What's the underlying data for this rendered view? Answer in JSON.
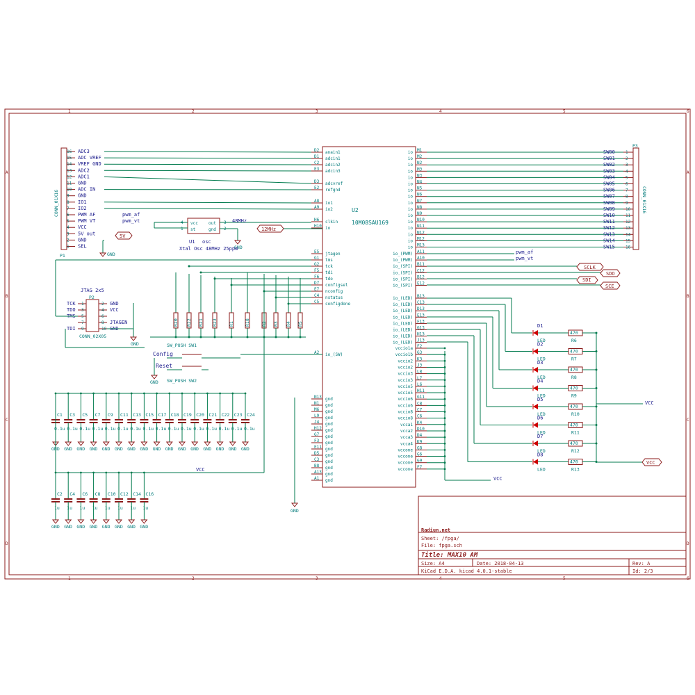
{
  "frame": {
    "col_labels": [
      "1",
      "2",
      "3",
      "4",
      "5",
      "6"
    ],
    "row_labels": [
      "A",
      "B",
      "C",
      "D"
    ]
  },
  "u2": {
    "ref": "U2",
    "value": "10M08SAU169",
    "left_pins": [
      {
        "num": "D2",
        "name": "anain1"
      },
      {
        "num": "D1",
        "name": "adcin1"
      },
      {
        "num": "C2",
        "name": "adcin2"
      },
      {
        "num": "E3",
        "name": "adcin3"
      },
      {
        "num": "D3",
        "name": "adcvref"
      },
      {
        "num": "E2",
        "name": "refgnd"
      },
      {
        "num": "A8",
        "name": "io1"
      },
      {
        "num": "A9",
        "name": "io2"
      },
      {
        "num": "H6",
        "name": "clkin"
      },
      {
        "num": "H10",
        "name": "io"
      },
      {
        "num": "E5",
        "name": "jtagen"
      },
      {
        "num": "G1",
        "name": "tms"
      },
      {
        "num": "G2",
        "name": "tck"
      },
      {
        "num": "F5",
        "name": "tdi"
      },
      {
        "num": "F6",
        "name": "tdo"
      },
      {
        "num": "D7",
        "name": "configsel"
      },
      {
        "num": "E7",
        "name": "nconfig"
      },
      {
        "num": "C4",
        "name": "nstatus"
      },
      {
        "num": "C5",
        "name": "configdone"
      },
      {
        "num": "A2",
        "name": "io_(SW)"
      },
      {
        "num": "N13",
        "name": "gnd"
      },
      {
        "num": "N1",
        "name": "gnd"
      },
      {
        "num": "M6",
        "name": "gnd"
      },
      {
        "num": "L9",
        "name": "gnd"
      },
      {
        "num": "J4",
        "name": "gnd"
      },
      {
        "num": "H12",
        "name": "gnd"
      },
      {
        "num": "G7",
        "name": "gnd"
      },
      {
        "num": "F3",
        "name": "gnd"
      },
      {
        "num": "E11",
        "name": "gnd"
      },
      {
        "num": "D5",
        "name": "gnd"
      },
      {
        "num": "C3",
        "name": "gnd"
      },
      {
        "num": "B8",
        "name": "gnd"
      },
      {
        "num": "A13",
        "name": "gnd"
      },
      {
        "num": "A1",
        "name": "gnd"
      }
    ],
    "right_pins": [
      {
        "num": "M1",
        "name": "io"
      },
      {
        "num": "M2",
        "name": "io"
      },
      {
        "num": "N2",
        "name": "io"
      },
      {
        "num": "M3",
        "name": "io"
      },
      {
        "num": "N3",
        "name": "io"
      },
      {
        "num": "N4",
        "name": "io"
      },
      {
        "num": "N5",
        "name": "io"
      },
      {
        "num": "N6",
        "name": "io"
      },
      {
        "num": "N7",
        "name": "io"
      },
      {
        "num": "N8",
        "name": "io"
      },
      {
        "num": "N9",
        "name": "io"
      },
      {
        "num": "N10",
        "name": "io"
      },
      {
        "num": "N11",
        "name": "io"
      },
      {
        "num": "N12",
        "name": "io"
      },
      {
        "num": "M12",
        "name": "io"
      },
      {
        "num": "M13",
        "name": "io"
      },
      {
        "num": "A11",
        "name": "io_(PWM)"
      },
      {
        "num": "A10",
        "name": "io_(PWM)"
      },
      {
        "num": "B11",
        "name": "io_(SPI)"
      },
      {
        "num": "C12",
        "name": "io_(SPI)"
      },
      {
        "num": "B12",
        "name": "io_(SPI)"
      },
      {
        "num": "E12",
        "name": "io_(SPI)"
      },
      {
        "num": "B13",
        "name": "io_(LED)"
      },
      {
        "num": "C13",
        "name": "io_(LED)"
      },
      {
        "num": "D13",
        "name": "io_(LED)"
      },
      {
        "num": "E13",
        "name": "io_(LED)"
      },
      {
        "num": "F13",
        "name": "io_(LED)"
      },
      {
        "num": "G13",
        "name": "io_(LED)"
      },
      {
        "num": "H13",
        "name": "io_(LED)"
      },
      {
        "num": "J13",
        "name": "io_(LED)"
      },
      {
        "num": "F2",
        "name": "vccio1a"
      },
      {
        "num": "G3",
        "name": "vccio1b"
      },
      {
        "num": "K3",
        "name": "vccio2"
      },
      {
        "num": "J3",
        "name": "vccio2"
      },
      {
        "num": "L8",
        "name": "vccio3"
      },
      {
        "num": "L7",
        "name": "vccio3"
      },
      {
        "num": "L6",
        "name": "vccio5"
      },
      {
        "num": "H11",
        "name": "vccio5"
      },
      {
        "num": "G11",
        "name": "vccio6"
      },
      {
        "num": "C8",
        "name": "vccio6"
      },
      {
        "num": "C7",
        "name": "vccio8"
      },
      {
        "num": "C6",
        "name": "vccio8"
      },
      {
        "num": "K4",
        "name": "vcca1"
      },
      {
        "num": "D10",
        "name": "vcca2"
      },
      {
        "num": "D4",
        "name": "vcca3"
      },
      {
        "num": "K9",
        "name": "vcca4"
      },
      {
        "num": "G8",
        "name": "vccone"
      },
      {
        "num": "G6",
        "name": "vccone"
      },
      {
        "num": "G9",
        "name": "vccone"
      },
      {
        "num": "F7",
        "name": "vccone"
      }
    ]
  },
  "p1": {
    "ref": "P1",
    "value": "CONN_01X16",
    "pins": [
      {
        "num": "16",
        "net": "ADC3"
      },
      {
        "num": "15",
        "net": "ADC VREF"
      },
      {
        "num": "14",
        "net": "VREF GND"
      },
      {
        "num": "13",
        "net": "ADC2"
      },
      {
        "num": "12",
        "net": "ADC1"
      },
      {
        "num": "11",
        "net": "GND"
      },
      {
        "num": "10",
        "net": "ADC IN"
      },
      {
        "num": "9",
        "net": "GND"
      },
      {
        "num": "8",
        "net": "IO1"
      },
      {
        "num": "7",
        "net": "IO2"
      },
      {
        "num": "6",
        "net": "PWM AF"
      },
      {
        "num": "5",
        "net": "PWM VT"
      },
      {
        "num": "4",
        "net": "VCC"
      },
      {
        "num": "3",
        "net": "5V out"
      },
      {
        "num": "2",
        "net": "GND"
      },
      {
        "num": "1",
        "net": "SEL"
      }
    ],
    "pwm_af_net": "pwm_af",
    "pwm_vt_net": "pwm_vt",
    "gnd_label": "GND"
  },
  "p3": {
    "ref": "P3",
    "value": "CONN_01X16",
    "pins": [
      {
        "num": "1",
        "net": "SW00"
      },
      {
        "num": "2",
        "net": "SW01"
      },
      {
        "num": "3",
        "net": "SW02"
      },
      {
        "num": "4",
        "net": "SW03"
      },
      {
        "num": "5",
        "net": "SW04"
      },
      {
        "num": "6",
        "net": "SW05"
      },
      {
        "num": "7",
        "net": "SW06"
      },
      {
        "num": "8",
        "net": "SW07"
      },
      {
        "num": "9",
        "net": "SW08"
      },
      {
        "num": "10",
        "net": "SW09"
      },
      {
        "num": "11",
        "net": "SW10"
      },
      {
        "num": "12",
        "net": "SW11"
      },
      {
        "num": "13",
        "net": "SW12"
      },
      {
        "num": "14",
        "net": "SW13"
      },
      {
        "num": "15",
        "net": "SW14"
      },
      {
        "num": "16",
        "net": "SW15"
      }
    ]
  },
  "u1": {
    "ref": "U1",
    "value": "osc",
    "desc": "Xtal Osc 48MHz 25ppm",
    "pin_vcc": "vcc",
    "pin_st": "st",
    "pin_out": "out",
    "pin_gnd": "gnd",
    "num_vcc": "4",
    "num_st": "1",
    "num_out": "3",
    "num_gnd": "2",
    "freq_label": "48MHz",
    "clk_label": "12MHz",
    "five_v": "5V",
    "gnd_label": "GND"
  },
  "jtag": {
    "title": "JTAG 2x5",
    "ref": "P2",
    "value": "CONN_02X05",
    "left": [
      {
        "num": "1",
        "net": "TCK"
      },
      {
        "num": "3",
        "net": "TDO"
      },
      {
        "num": "5",
        "net": "TMS"
      },
      {
        "num": "7",
        "net": ""
      },
      {
        "num": "9",
        "net": "TDI"
      }
    ],
    "right": [
      {
        "num": "2",
        "net": "GND"
      },
      {
        "num": "4",
        "net": "VCC"
      },
      {
        "num": "6",
        "net": ""
      },
      {
        "num": "8",
        "net": "JTAGEN"
      },
      {
        "num": "10",
        "net": "GND"
      }
    ],
    "gnd_label": "GND"
  },
  "pullups": [
    "R20",
    "R22",
    "R21",
    "R23",
    "R1",
    "R18",
    "R2",
    "R3",
    "R4",
    "R5"
  ],
  "switches": {
    "sw1": {
      "ref": "SW_PUSH SW1",
      "label": "Config"
    },
    "sw2": {
      "ref": "SW_PUSH SW2",
      "label": "Reset"
    },
    "gnd_label": "GND"
  },
  "outputs": {
    "pwm_af": "pwm_af",
    "pwm_vt": "pwm_vt",
    "sclk": "SCLK",
    "sdo": "SDO",
    "sdi": "SDI",
    "sce": "SCE",
    "vcc1": "VCC",
    "vcc2": "VCC",
    "vcc3": "VCC"
  },
  "leds": [
    {
      "d": "D1",
      "r": "R6",
      "val": "470",
      "type": "LED"
    },
    {
      "d": "D2",
      "r": "R7",
      "val": "470",
      "type": "LED"
    },
    {
      "d": "D3",
      "r": "R8",
      "val": "470",
      "type": "LED"
    },
    {
      "d": "D4",
      "r": "R9",
      "val": "470",
      "type": "LED"
    },
    {
      "d": "D5",
      "r": "R10",
      "val": "470",
      "type": "LED"
    },
    {
      "d": "D6",
      "r": "R11",
      "val": "470",
      "type": "LED"
    },
    {
      "d": "D7",
      "r": "R12",
      "val": "470",
      "type": "LED"
    },
    {
      "d": "D8",
      "r": "R13",
      "val": "470",
      "type": "LED"
    }
  ],
  "caps_row1": [
    {
      "ref": "C1",
      "val": "0.1u"
    },
    {
      "ref": "C3",
      "val": "0.1u"
    },
    {
      "ref": "C5",
      "val": "0.1u"
    },
    {
      "ref": "C7",
      "val": "0.1u"
    },
    {
      "ref": "C9",
      "val": "0.1u"
    },
    {
      "ref": "C11",
      "val": "0.1u"
    },
    {
      "ref": "C13",
      "val": "0.1u"
    },
    {
      "ref": "C15",
      "val": "0.1u"
    },
    {
      "ref": "C17",
      "val": "0.1u"
    },
    {
      "ref": "C18",
      "val": "0.1u"
    },
    {
      "ref": "C19",
      "val": "0.1u"
    },
    {
      "ref": "C20",
      "val": "0.1u"
    },
    {
      "ref": "C21",
      "val": "0.1u"
    },
    {
      "ref": "C22",
      "val": "0.1u"
    },
    {
      "ref": "C23",
      "val": "0.1u"
    },
    {
      "ref": "C24",
      "val": "0.1u"
    }
  ],
  "caps_row2": [
    {
      "ref": "C2",
      "val": "1u"
    },
    {
      "ref": "C4",
      "val": "1u"
    },
    {
      "ref": "C6",
      "val": "1u"
    },
    {
      "ref": "C8",
      "val": "1u"
    },
    {
      "ref": "C10",
      "val": "1u"
    },
    {
      "ref": "C12",
      "val": "1u"
    },
    {
      "ref": "C14",
      "val": "1u"
    },
    {
      "ref": "C16",
      "val": "1u"
    }
  ],
  "cap_vcc": "VCC",
  "cap_gnd": "GND",
  "title_block": {
    "company": "Radiun.net",
    "sheet": "Sheet: /fpga/",
    "file": "File: fpga.sch",
    "title": "Title: MAX10 AM",
    "size": "Size: A4",
    "date": "Date: 2018-04-13",
    "rev": "Rev: A",
    "tool": "KiCad E.D.A.  kicad 4.0.1-stable",
    "id": "Id: 2/3"
  }
}
